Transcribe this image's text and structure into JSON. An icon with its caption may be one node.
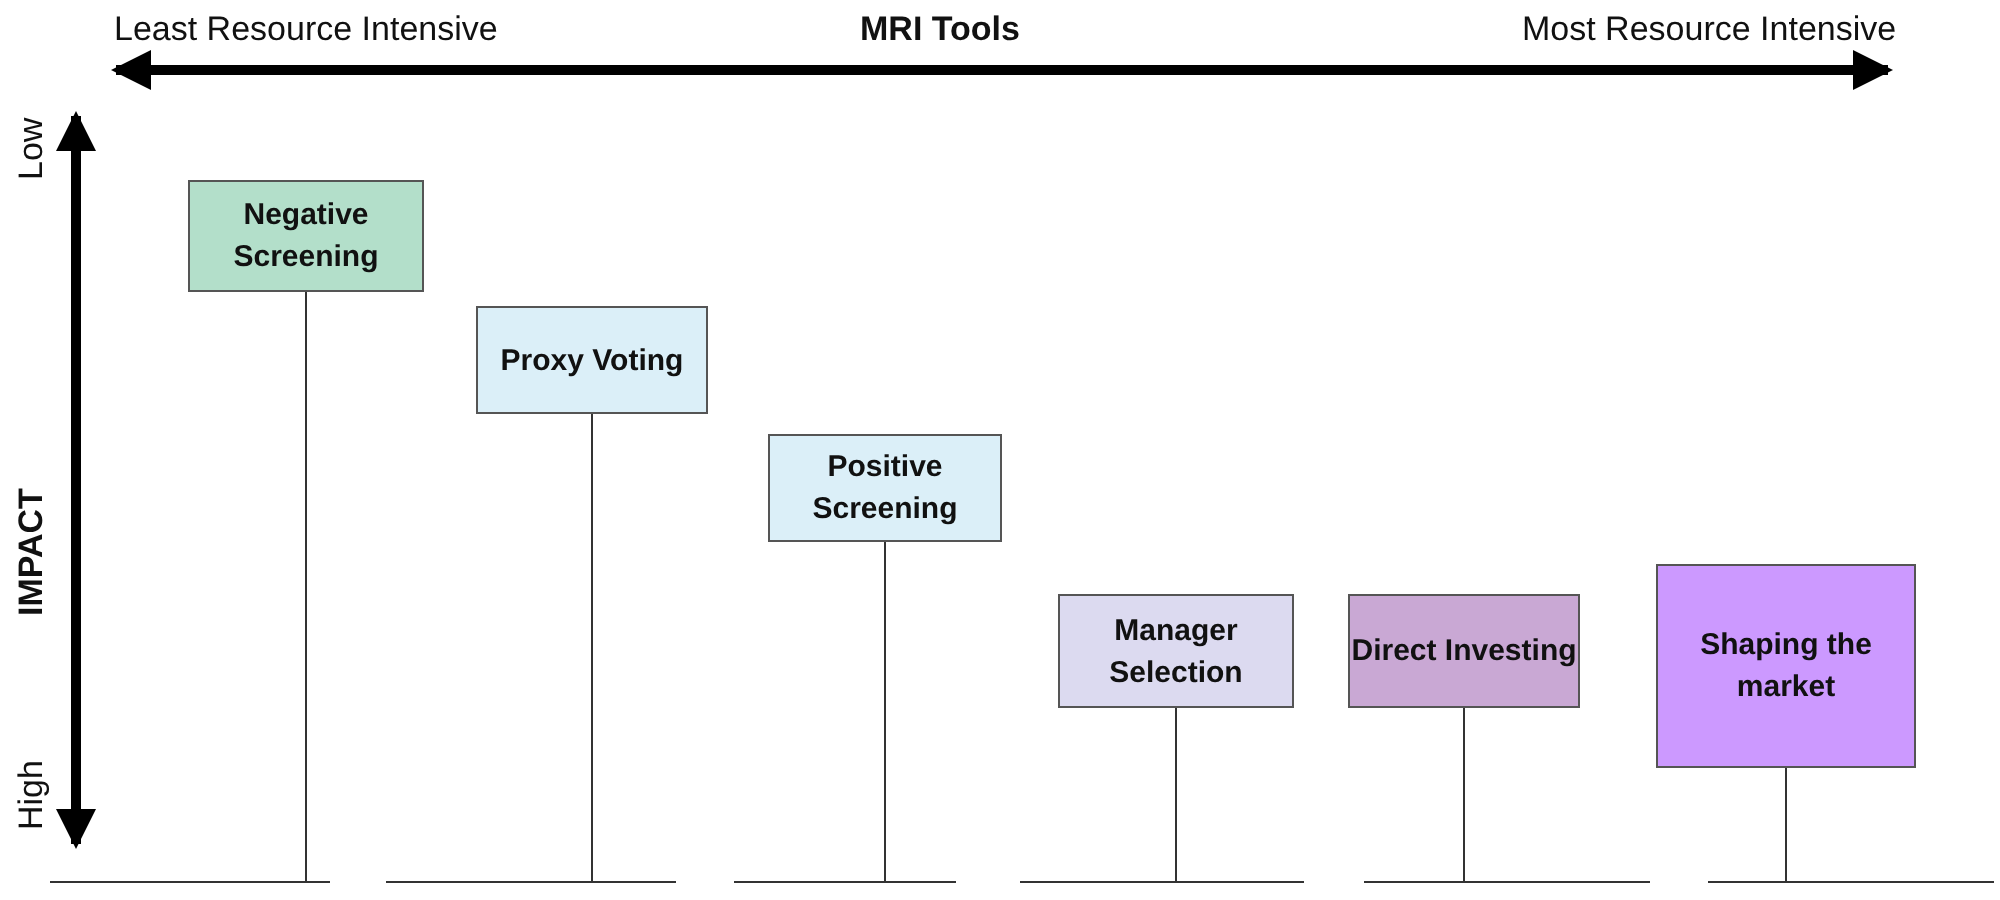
{
  "diagram": {
    "nodes": [
      {
        "text": [
          "Negative Screening"
        ]
      },
      {
        "text": [
          "Proxy Voting"
        ]
      },
      {
        "text": [
          "Positive Screening"
        ]
      },
      {
        "text": [
          "Manager Selection"
        ]
      },
      {
        "text": [
          "Direct Investing"
        ]
      },
      {
        "text": [
          "Shaping the market"
        ]
      }
    ],
    "edges": [],
    "labels": [
      "Least Resource Intensive",
      "MRI Tools",
      "Most Resource Intensive",
      "Low",
      "IMPACT",
      "High"
    ]
  }
}
